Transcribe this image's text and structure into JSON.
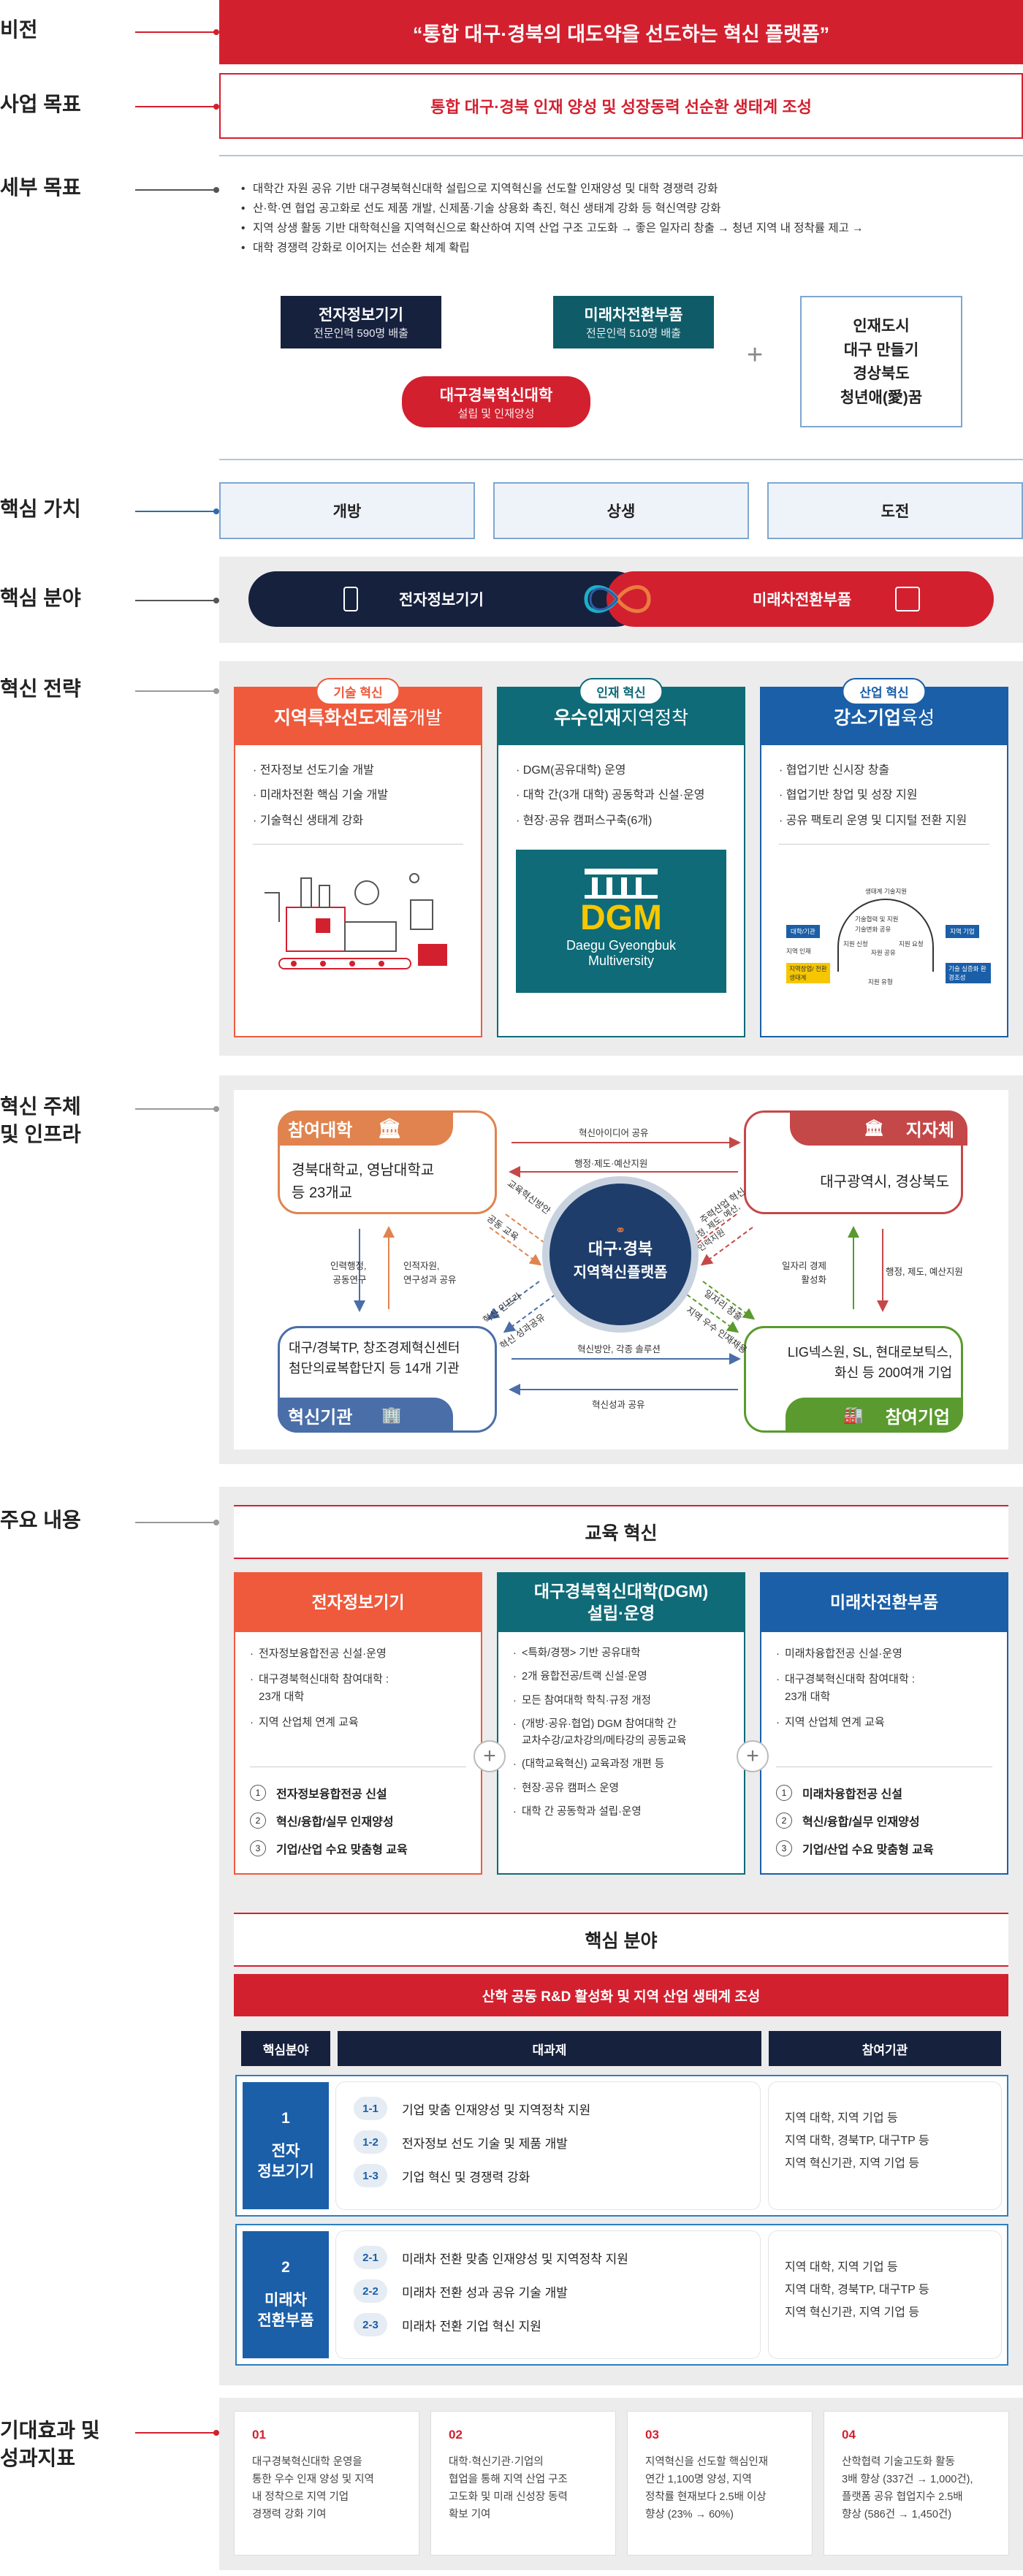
{
  "sections": {
    "vision": "비전",
    "goal": "사업 목표",
    "detail": "세부 목표",
    "values": "핵심 가치",
    "fields": "핵심 분야",
    "strategy": "혁신 전략",
    "infra": "혁신 주체\n및 인프라",
    "main": "주요 내용",
    "effects": "기대효과 및\n성과지표"
  },
  "vision_text": "“통합 대구·경북의 대도약을 선도하는 혁신 플랫폼”",
  "goal_text": "통합 대구·경북 인재 양성 및 성장동력 선순환 생태계 조성",
  "detail_items": [
    "대학간 자원 공유 기반 대구경북혁신대학 설립으로 지역혁신을 선도할 인재양성 및 대학 경쟁력 강화",
    "산·학·연 협업 공고화로 선도 제품 개발, 신제품·기술 상용화 촉진, 혁신 생태계 강화 등 혁신역량 강화",
    "지역 상생 활동 기반 대학혁신을 지역혁신으로 확산하여 지역 산업 구조 고도화 → 좋은 일자리 창출 → 청년 지역 내 정착률 제고 →",
    "대학 경쟁력 강화로 이어지는 선순환 체계 확립"
  ],
  "detail_boxes": {
    "elec": {
      "title": "전자정보기기",
      "sub": "전문인력 590명 배출"
    },
    "future": {
      "title": "미래차전환부품",
      "sub": "전문인력 510명 배출"
    },
    "univ": {
      "title": "대구경북혁신대학",
      "sub": "설립 및 인재양성"
    },
    "plus": "+",
    "side": [
      "인재도시",
      "대구 만들기",
      "경상북도",
      "청년애(愛)꿈"
    ]
  },
  "values": [
    "개방",
    "상생",
    "도전"
  ],
  "fields_left": "전자정보기기",
  "fields_right": "미래차전환부품",
  "strategies": [
    {
      "tag": "기술 혁신",
      "title_bold": "지역특화선도제품",
      "title_rest": " 개발",
      "items": [
        "전자정보 선도기술 개발",
        "미래차전환 핵심 기술 개발",
        "기술혁신 생태계 강화"
      ]
    },
    {
      "tag": "인재 혁신",
      "title_bold": "우수인재",
      "title_rest": " 지역정착",
      "items": [
        "DGM(공유대학) 운영",
        "대학 간(3개 대학) 공동학과 신설·운영",
        "현장·공유 캠퍼스구축(6개)"
      ]
    },
    {
      "tag": "산업 혁신",
      "title_bold": "강소기업",
      "title_rest": " 육성",
      "items": [
        "협업기반 신시장 창출",
        "협업기반 창업 및 성장 지원",
        "공유 팩토리 운영 및 디지털 전환 지원"
      ]
    }
  ],
  "dgm_logo": {
    "mark": "DGM",
    "line1": "Daegu Gyeongbuk",
    "line2": "Multiversity"
  },
  "strat3_diagram": [
    "생태계 기술지원",
    "대학/기관",
    "지역 기업",
    "기술협력 및 지원",
    "기술변화 공유",
    "지원 신청",
    "지원 요청",
    "자원 공유",
    "지원 유형",
    "지역 인재",
    "지역창업/ 전환 생태계",
    "기술 실증화 환경조성"
  ],
  "infra": {
    "univ": {
      "tab": "참여대학",
      "text": "경북대학교, 영남대학교\n등 23개교"
    },
    "gov": {
      "tab": "지자체",
      "text": "대구광역시, 경상북도"
    },
    "inst": {
      "tab": "혁신기관",
      "text": "대구/경북TP, 창조경제혁신센터\n첨단의료복합단지 등 14개 기관"
    },
    "corp": {
      "tab": "참여기업",
      "text": "LIG넥스원, SL, 현대로보틱스,\n화신 등 200여개 기업"
    },
    "center": {
      "l1": "대구·경북",
      "l2": "지역혁신플랫폼"
    },
    "arrows": {
      "top1": "혁신아이디어 공유",
      "top2": "행정·제도·예산지원",
      "bot1": "혁신방안, 각종 솔루션",
      "bot2": "혁신성과 공유",
      "left1": "인력행정,\n공동연구",
      "left2": "인적자원,\n연구성과 공유",
      "right1": "일자리 경제\n활성화",
      "right2": "행정, 제도, 예산지원",
      "d1": "교육혁신방안",
      "d2": "공동 교육",
      "d3": "혁신 인프라",
      "d4": "혁신 성과공유",
      "d5": "주력산업 혁신",
      "d6": "행정, 제도, 예산,\n인력지원",
      "d7": "일자리 창출",
      "d8": "지역 우수 인재채용"
    }
  },
  "main": {
    "edu_title": "교육 혁신",
    "edu_cols": [
      {
        "head": "전자정보기기",
        "items": [
          "전자정보융합전공 신설·운영",
          "대구경북혁신대학 참여대학 :\n23개 대학",
          "지역 산업체 연계 교육"
        ],
        "nums": [
          "전자정보융합전공 신설",
          "혁신/융합/실무 인재양성",
          "기업/산업 수요 맞춤형 교육"
        ]
      },
      {
        "head": "대구경북혁신대학(DGM)\n설립·운영",
        "items": [
          "<특화/경쟁> 기반 공유대학",
          "2개 융합전공/트랙 신설·운영",
          "모든 참여대학 학칙·규정 개정",
          "(개방·공유·협업) DGM 참여대학 간\n교차수강/교차강의/메타강의 공동교육",
          "(대학교육혁신) 교육과정 개편 등",
          "현장·공유 캠퍼스 운영",
          "대학 간 공동학과 설립·운영"
        ],
        "nums": []
      },
      {
        "head": "미래차전환부품",
        "items": [
          "미래차융합전공 신설·운영",
          "대구경북혁신대학 참여대학 :\n23개 대학",
          "지역 산업체 연계 교육"
        ],
        "nums": [
          "미래차융합전공 신설",
          "혁신/융합/실무 인재양성",
          "기업/산업 수요 맞춤형 교육"
        ]
      }
    ],
    "circ_nums": [
      "1",
      "2",
      "3"
    ],
    "plus": "+",
    "field_title": "핵심 분야",
    "banner": "산학 공동 R&D 활성화 및 지역 산업 생태계 조성",
    "th": [
      "핵심분야",
      "대과제",
      "참여기관"
    ],
    "groups": [
      {
        "num": "1",
        "name": "전자\n정보기기",
        "tasks": [
          {
            "code": "1-1",
            "text": "기업 맞춤 인재양성 및 지역정착 지원"
          },
          {
            "code": "1-2",
            "text": "전자정보 선도 기술 및 제품 개발"
          },
          {
            "code": "1-3",
            "text": "기업 혁신 및 경쟁력 강화"
          }
        ],
        "partners": [
          "지역 대학, 지역 기업 등",
          "지역 대학, 경북TP, 대구TP 등",
          "지역 혁신기관, 지역 기업 등"
        ]
      },
      {
        "num": "2",
        "name": "미래차\n전환부품",
        "tasks": [
          {
            "code": "2-1",
            "text": "미래차 전환 맞춤 인재양성 및 지역정착 지원"
          },
          {
            "code": "2-2",
            "text": "미래차 전환 성과 공유 기술 개발"
          },
          {
            "code": "2-3",
            "text": "미래차 전환 기업 혁신 지원"
          }
        ],
        "partners": [
          "지역 대학, 지역 기업 등",
          "지역 대학, 경북TP, 대구TP 등",
          "지역 혁신기관, 지역 기업 등"
        ]
      }
    ]
  },
  "effects": [
    {
      "num": "01",
      "text": "대구경북혁신대학 운영을\n통한 우수 인재 양성 및 지역\n내 정착으로 지역 기업\n경쟁력 강화 기여"
    },
    {
      "num": "02",
      "text": "대학·혁신기관·기업의\n협업을 통해 지역 산업 구조\n고도화 및 미래 신성장 동력\n확보 기여"
    },
    {
      "num": "03",
      "text": "지역혁신을 선도할 핵심인재\n연간 1,100명 양성, 지역\n정착률 현재보다 2.5배 이상\n향상 (23% → 60%)"
    },
    {
      "num": "04",
      "text": "산학협력 기술고도화 활동\n3배 향상 (337건 → 1,000건),\n플랫폼 공유 협업지수 2.5배\n향상 (586건 → 1,450건)"
    }
  ],
  "colors": {
    "red": "#d3202f",
    "navy": "#16213e",
    "blue": "#1a5fa8",
    "orange": "#ef5a3c",
    "teal": "#0f5c68",
    "green": "#5a9a2e"
  }
}
